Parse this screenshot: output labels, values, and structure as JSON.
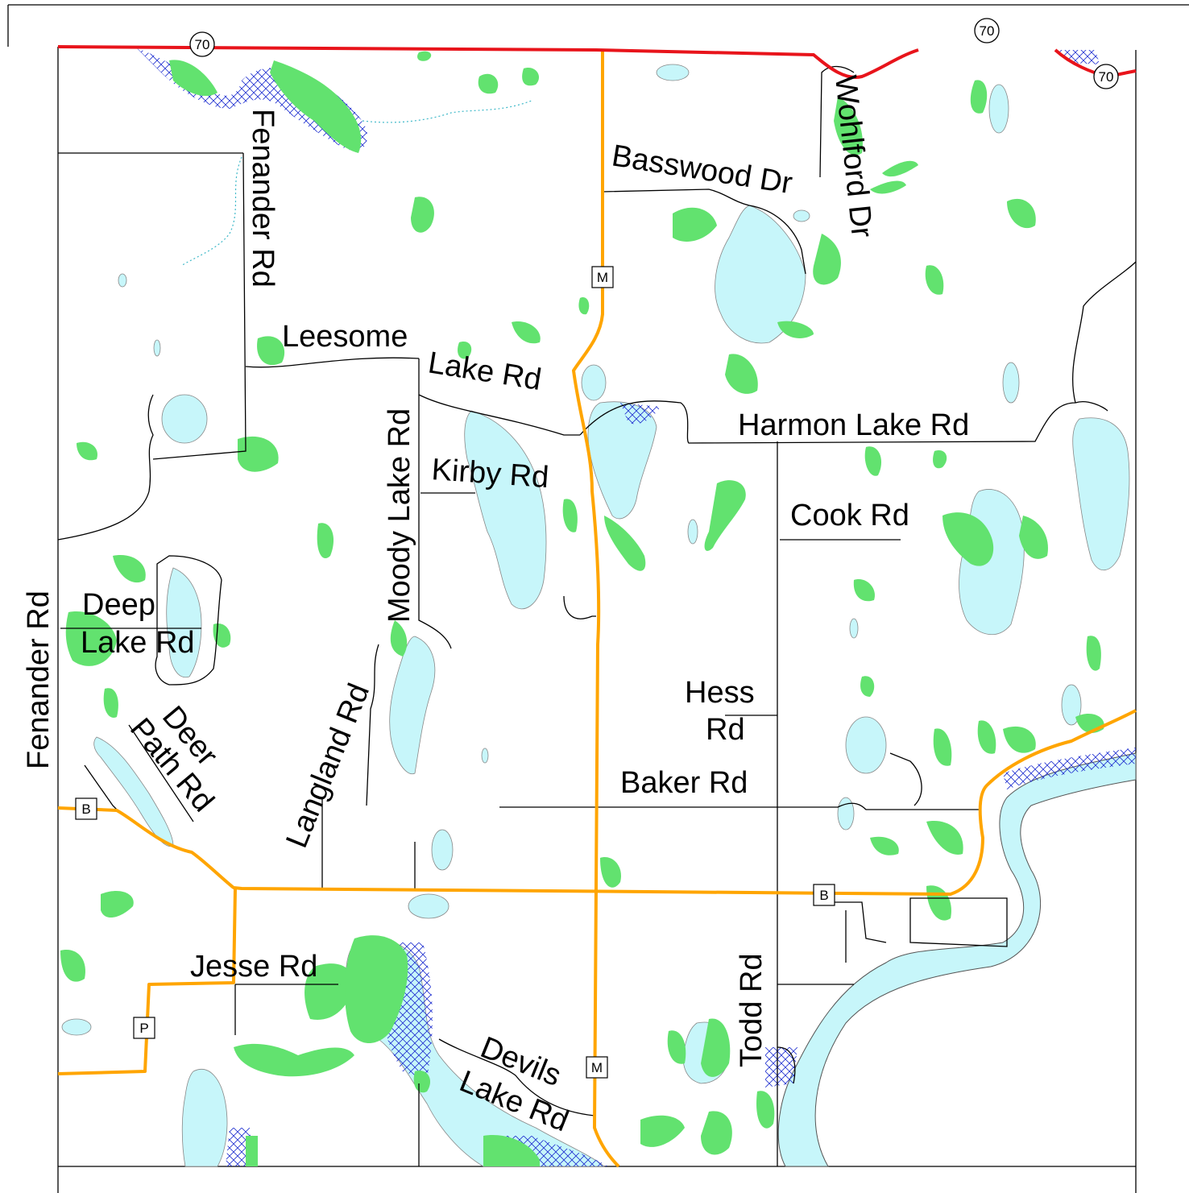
{
  "colors": {
    "water": "#c7f6fa",
    "vegetation": "#62e26f",
    "county_highway": "#ffa500",
    "state_highway": "#e8141b",
    "local_road": "#000000",
    "wetland_hatch": "#2030d0",
    "border": "#000000"
  },
  "highway_shields": {
    "state_70": "70",
    "county_m": "M",
    "county_b": "B",
    "county_p": "P"
  },
  "road_labels": {
    "fenander_north": "Fenander Rd",
    "fenander_west": "Fenander Rd",
    "leesome_1": "Leesome",
    "leesome_2": "Lake Rd",
    "basswood": "Basswood Dr",
    "wohlford": "Wohlford Dr",
    "harmon": "Harmon Lake Rd",
    "moody": "Moody Lake Rd",
    "kirby": "Kirby Rd",
    "cook": "Cook Rd",
    "deep_1": "Deep",
    "deep_2": "Lake Rd",
    "deer_1": "Deer",
    "deer_2": "Path Rd",
    "langland": "Langland Rd",
    "hess_1": "Hess",
    "hess_2": "Rd",
    "baker": "Baker Rd",
    "jesse": "Jesse Rd",
    "todd": "Todd Rd",
    "devils_1": "Devils",
    "devils_2": "Lake Rd"
  }
}
